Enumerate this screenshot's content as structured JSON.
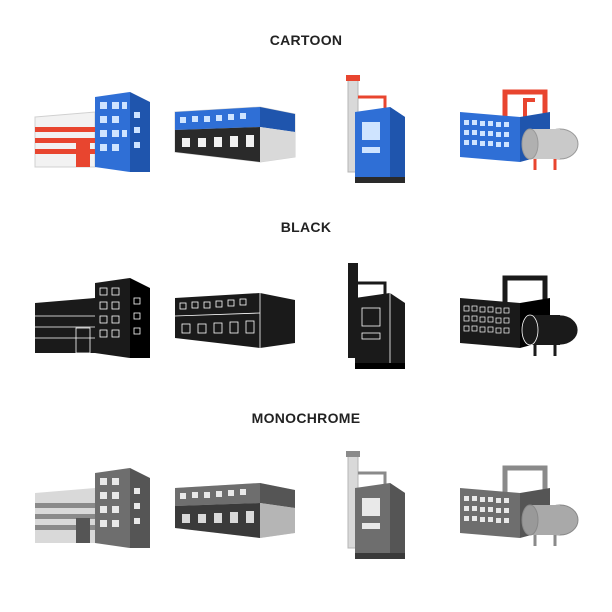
{
  "sections": [
    {
      "title": "CARTOON"
    },
    {
      "title": "BLACK"
    },
    {
      "title": "MONOCHROME"
    }
  ],
  "icons": [
    "office-building-icon",
    "warehouse-icon",
    "boiler-tower-icon",
    "tank-plant-icon"
  ],
  "palettes": {
    "cartoon": {
      "outline": "#ffffff",
      "wall": "#f2f2f2",
      "wallShade": "#d9d9d9",
      "accent": "#e8452f",
      "blue": "#2f6fd6",
      "blueDark": "#1f55ad",
      "window": "#cfe4ff",
      "dark": "#2a2a2a",
      "pipe": "#e8452f",
      "tank": "#c9c9c9"
    },
    "black": {
      "outline": "#ffffff",
      "wall": "#1a1a1a",
      "wallShade": "#000000",
      "accent": "#1a1a1a",
      "blue": "#1a1a1a",
      "blueDark": "#000000",
      "window": "#ffffff",
      "dark": "#000000",
      "pipe": "#1a1a1a",
      "tank": "#1a1a1a"
    },
    "monochrome": {
      "outline": "#ffffff",
      "wall": "#d9d9d9",
      "wallShade": "#b5b5b5",
      "accent": "#8a8a8a",
      "blue": "#6e6e6e",
      "blueDark": "#555555",
      "window": "#e9e9e9",
      "dark": "#3a3a3a",
      "pipe": "#8a8a8a",
      "tank": "#a9a9a9"
    }
  }
}
